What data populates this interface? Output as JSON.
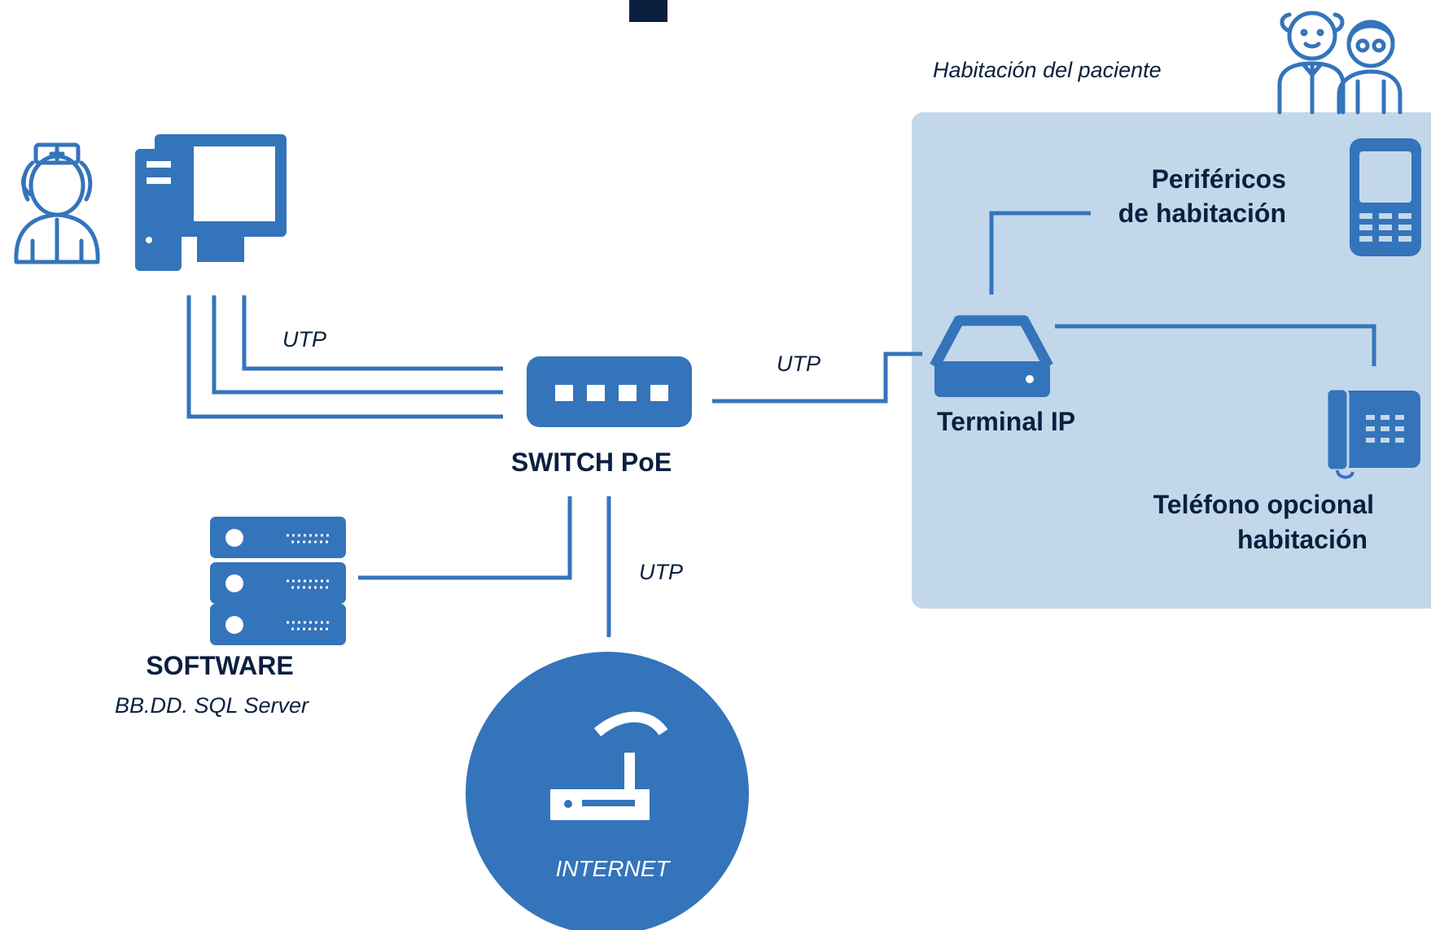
{
  "colors": {
    "accent": "#3474bb",
    "room_bg": "#c3d7ea",
    "text": "#0b1f3f",
    "dark_square": "#0b1f3f"
  },
  "room": {
    "title": "Habitación del paciente",
    "peripherals_line1": "Periféricos",
    "peripherals_line2": "de habitación",
    "terminal": "Terminal IP",
    "phone_line1": "Teléfono opcional",
    "phone_line2": "habitación"
  },
  "links": {
    "utp_workstation": "UTP",
    "utp_room": "UTP",
    "utp_internet": "UTP"
  },
  "switch": {
    "label": "SWITCH PoE"
  },
  "software": {
    "title": "SOFTWARE",
    "subtitle": "BB.DD. SQL Server"
  },
  "internet": {
    "label": "INTERNET"
  },
  "icons": [
    "nurse-icon",
    "computer-icon",
    "switch-icon",
    "server-icon",
    "router-icon",
    "terminal-icon",
    "mobile-phone-icon",
    "desk-phone-icon",
    "patients-icon"
  ]
}
